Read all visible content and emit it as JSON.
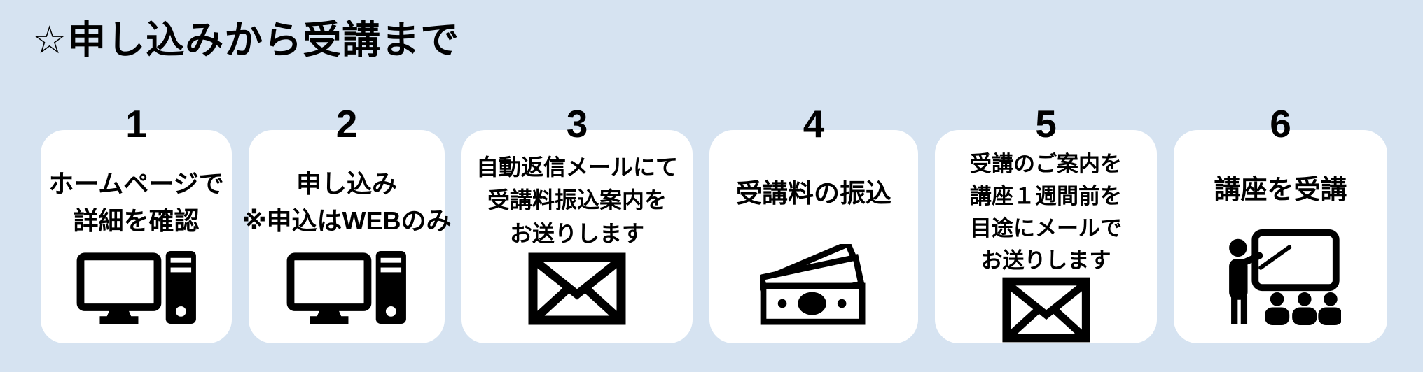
{
  "colors": {
    "background": "#d6e3f1",
    "card": "#ffffff",
    "text": "#000000"
  },
  "title": "☆申し込みから受講まで",
  "steps": [
    {
      "number": "1",
      "lines": [
        "ホームページで",
        "詳細を確認"
      ],
      "icon": "desktop-computer"
    },
    {
      "number": "2",
      "lines": [
        "申し込み",
        "※申込はWEBのみ"
      ],
      "icon": "desktop-computer"
    },
    {
      "number": "3",
      "lines": [
        "自動返信メールにて",
        "受講料振込案内を",
        "お送りします"
      ],
      "icon": "envelope"
    },
    {
      "number": "4",
      "lines": [
        "受講料の振込"
      ],
      "icon": "banknotes"
    },
    {
      "number": "5",
      "lines": [
        "受講のご案内を",
        "講座１週間前を",
        "目途にメールで",
        "お送りします"
      ],
      "icon": "envelope"
    },
    {
      "number": "6",
      "lines": [
        "講座を受講"
      ],
      "icon": "teacher-presentation"
    }
  ]
}
